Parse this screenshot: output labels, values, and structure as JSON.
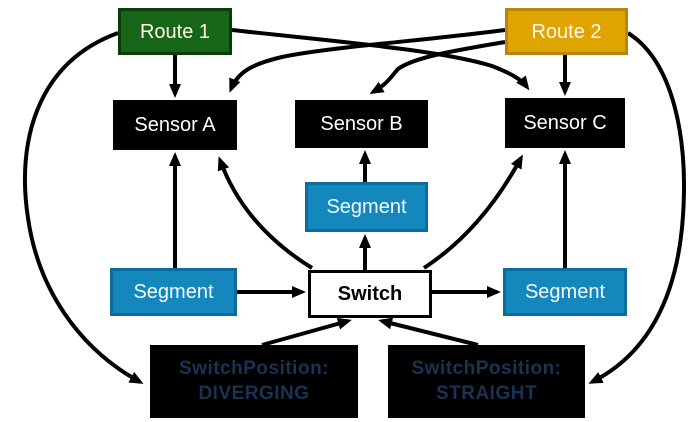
{
  "diagram": {
    "kind": "railway-interlocking-model-diagram",
    "colors": {
      "route1_fill": "#176617",
      "route1_border": "#0a3c0a",
      "route2_fill": "#dfa400",
      "route2_border": "#b78508",
      "sensor_fill": "#000000",
      "segment_fill": "#1487bd",
      "segment_border": "#0d6d9a",
      "switch_fill": "#ffffff",
      "arrow_color": "#000000",
      "switchpos_fill": "#000000",
      "switchpos_text": "#1d3154",
      "light_text": "#fefefe"
    },
    "nodes": {
      "route1": {
        "label": "Route 1"
      },
      "route2": {
        "label": "Route 2"
      },
      "sensorA": {
        "label": "Sensor A"
      },
      "sensorB": {
        "label": "Sensor B"
      },
      "sensorC": {
        "label": "Sensor C"
      },
      "segmentLeft": {
        "label": "Segment"
      },
      "segmentMiddle": {
        "label": "Segment"
      },
      "segmentRight": {
        "label": "Segment"
      },
      "switch": {
        "label": "Switch"
      },
      "switchPositionDiverging": {
        "line1": "SwitchPosition:",
        "line2": "DIVERGING"
      },
      "switchPositionStraight": {
        "line1": "SwitchPosition:",
        "line2": "STRAIGHT"
      }
    },
    "edges": [
      {
        "from": "Route 1",
        "to": "Sensor A"
      },
      {
        "from": "Route 2",
        "to": "Sensor A"
      },
      {
        "from": "Route 2",
        "to": "Sensor B"
      },
      {
        "from": "Route 1",
        "to": "Sensor C"
      },
      {
        "from": "Route 2",
        "to": "Sensor C"
      },
      {
        "from": "Route 1",
        "to": "SwitchPosition: DIVERGING"
      },
      {
        "from": "Route 2",
        "to": "SwitchPosition: STRAIGHT"
      },
      {
        "from": "Segment (left)",
        "to": "Sensor A"
      },
      {
        "from": "Segment (left)",
        "to": "Switch"
      },
      {
        "from": "Segment (middle)",
        "to": "Sensor B"
      },
      {
        "from": "Segment (right)",
        "to": "Sensor C"
      },
      {
        "from": "Switch",
        "to": "Segment (middle)"
      },
      {
        "from": "Switch",
        "to": "Segment (right)"
      },
      {
        "from": "Switch",
        "to": "Sensor A"
      },
      {
        "from": "Switch",
        "to": "Sensor C"
      },
      {
        "from": "SwitchPosition: DIVERGING",
        "to": "Switch"
      },
      {
        "from": "SwitchPosition: STRAIGHT",
        "to": "Switch"
      }
    ]
  }
}
